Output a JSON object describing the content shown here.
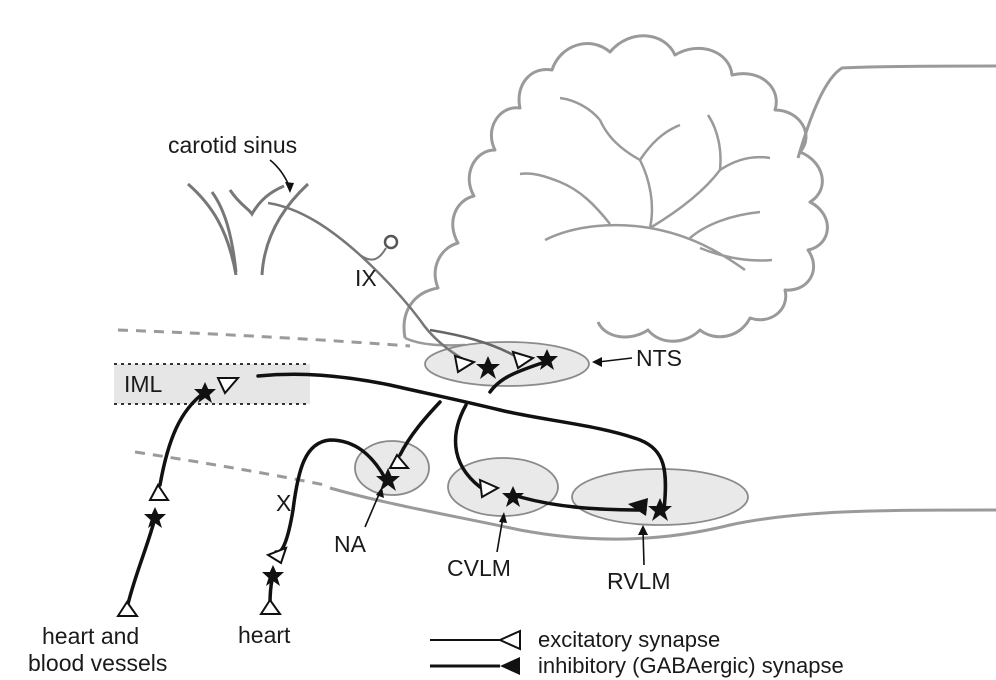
{
  "labels": {
    "carotid_sinus": "carotid sinus",
    "ix": "IX",
    "nts": "NTS",
    "iml": "IML",
    "x": "X",
    "na": "NA",
    "cvlm": "CVLM",
    "rvlm": "RVLM",
    "heart_vessels_line1": "heart and",
    "heart_vessels_line2": "blood vessels",
    "heart": "heart"
  },
  "legend": {
    "excitatory": "excitatory synapse",
    "inhibitory": "inhibitory (GABAergic) synapse"
  },
  "colors": {
    "outline": "#9a9a9a",
    "pathway": "#111111",
    "nucleus_fill": "#e9e9e9",
    "band_fill": "#e6e6e6"
  }
}
